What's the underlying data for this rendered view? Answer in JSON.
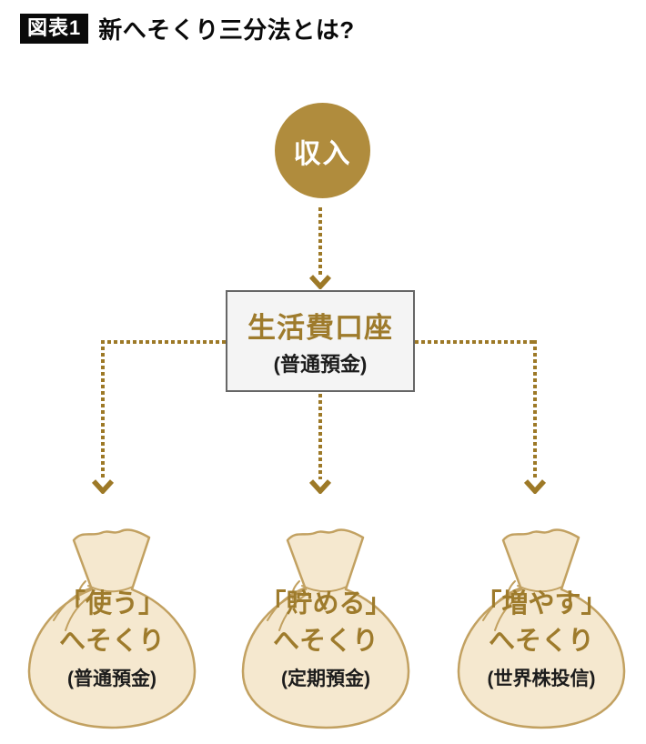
{
  "header": {
    "badge": "図表1",
    "title": "新へそくり三分法とは?"
  },
  "flow": {
    "source_label": "収入",
    "account": {
      "title": "生活費口座",
      "subtitle": "(普通預金)"
    },
    "bags": [
      {
        "action": "「使う」",
        "name": "へそくり",
        "account": "(普通預金)"
      },
      {
        "action": "「貯める」",
        "name": "へそくり",
        "account": "(定期預金)"
      },
      {
        "action": "「増やす」",
        "name": "へそくり",
        "account": "(世界株投信)"
      }
    ]
  },
  "colors": {
    "gold": "#B08C3D",
    "arrow": "#9D7927",
    "gold_text": "#9E7B2C",
    "text_dark": "#1C1C1C",
    "bag_fill": "#F5E8CF",
    "bag_stroke": "#C2A161",
    "box_bg": "#F4F4F4",
    "box_border": "#666666",
    "badge_bg": "#0A0A0A"
  }
}
